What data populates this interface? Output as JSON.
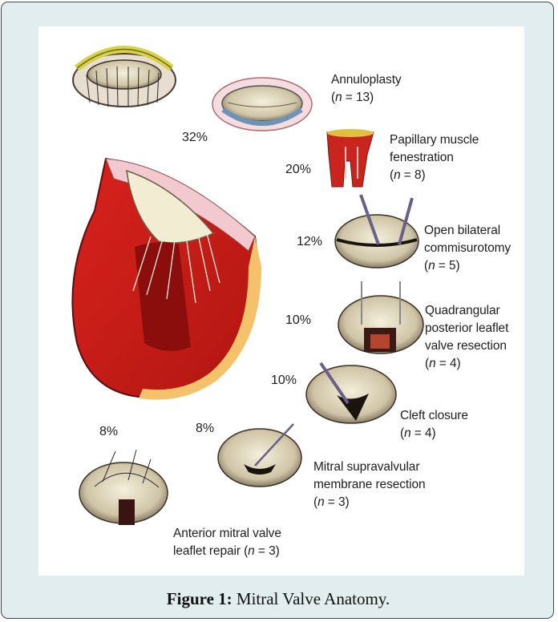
{
  "figure": {
    "items": [
      {
        "id": "annuloplasty",
        "label_lines": [
          "Annuloplasty"
        ],
        "n_prefix": "",
        "n_value": "13",
        "percent": "32%"
      },
      {
        "id": "papillary",
        "label_lines": [
          "Papillary muscle",
          "fenestration"
        ],
        "n_prefix": "",
        "n_value": "8",
        "percent": "20%"
      },
      {
        "id": "commisurotomy",
        "label_lines": [
          "Open bilateral",
          "commisurotomy"
        ],
        "n_prefix": "",
        "n_value": "5",
        "percent": "12%"
      },
      {
        "id": "quadrangular",
        "label_lines": [
          "Quadrangular",
          "posterior leaflet",
          "valve resection"
        ],
        "n_prefix": "",
        "n_value": "4",
        "percent": "10%"
      },
      {
        "id": "cleft",
        "label_lines": [
          "Cleft closure"
        ],
        "n_prefix": "",
        "n_value": "4",
        "percent": "10%"
      },
      {
        "id": "supravalvular",
        "label_lines": [
          "Mitral supravalvular",
          "membrane resection"
        ],
        "n_prefix": "",
        "n_value": "3",
        "percent": "8%"
      },
      {
        "id": "anterior",
        "label_lines": [
          "Anterior mitral valve"
        ],
        "n_prefix": "leaflet repair ",
        "n_value": "3",
        "percent": "8%"
      }
    ]
  },
  "caption": {
    "label": "Figure 1:",
    "text": " Mitral Valve Anatomy."
  }
}
